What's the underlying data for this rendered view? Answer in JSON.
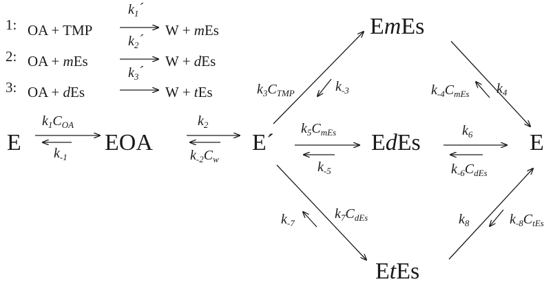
{
  "reactions": [
    {
      "num": "1:",
      "lhs": [
        "OA + TMP"
      ],
      "k": [
        "k",
        "1",
        "´"
      ],
      "rhs": [
        "W + ",
        "m",
        "Es"
      ]
    },
    {
      "num": "2:",
      "lhs": [
        "OA + ",
        "m",
        "Es"
      ],
      "k": [
        "k",
        "2",
        "´"
      ],
      "rhs": [
        "W + ",
        "d",
        "Es"
      ]
    },
    {
      "num": "3:",
      "lhs": [
        "OA + ",
        "d",
        "Es"
      ],
      "k": [
        "k",
        "3",
        "´"
      ],
      "rhs": [
        "W + ",
        "t",
        "Es"
      ]
    }
  ],
  "species": {
    "E_left": "E",
    "EOA": "EOA",
    "E_prime": "E´",
    "EmEs": [
      "E",
      "m",
      "Es"
    ],
    "EdEs": [
      "E",
      "d",
      "Es"
    ],
    "EtEs": [
      "E",
      "t",
      "Es"
    ],
    "E_right": "E"
  },
  "rates": {
    "k1C": [
      "k",
      "1",
      "C",
      "OA"
    ],
    "km1": [
      "k",
      "-1"
    ],
    "k2": [
      "k",
      "2"
    ],
    "km2C": [
      "k",
      "-2",
      "C",
      "w"
    ],
    "k3C": [
      "k",
      "3",
      "C",
      "TMP"
    ],
    "km3": [
      "k",
      "-3"
    ],
    "k5C": [
      "k",
      "5",
      "C",
      "mEs"
    ],
    "km5": [
      "k",
      "-5"
    ],
    "km4C": [
      "k",
      "-4",
      "C",
      "mEs"
    ],
    "k4": [
      "k",
      "4"
    ],
    "k6": [
      "k",
      "6"
    ],
    "km6C": [
      "k",
      "-6",
      "C",
      "dEs"
    ],
    "km7": [
      "k",
      "-7"
    ],
    "k7C": [
      "k",
      "7",
      "C",
      "dEs"
    ],
    "k8": [
      "k",
      "8"
    ],
    "km8C": [
      "k",
      "-8",
      "C",
      "tEs"
    ]
  }
}
